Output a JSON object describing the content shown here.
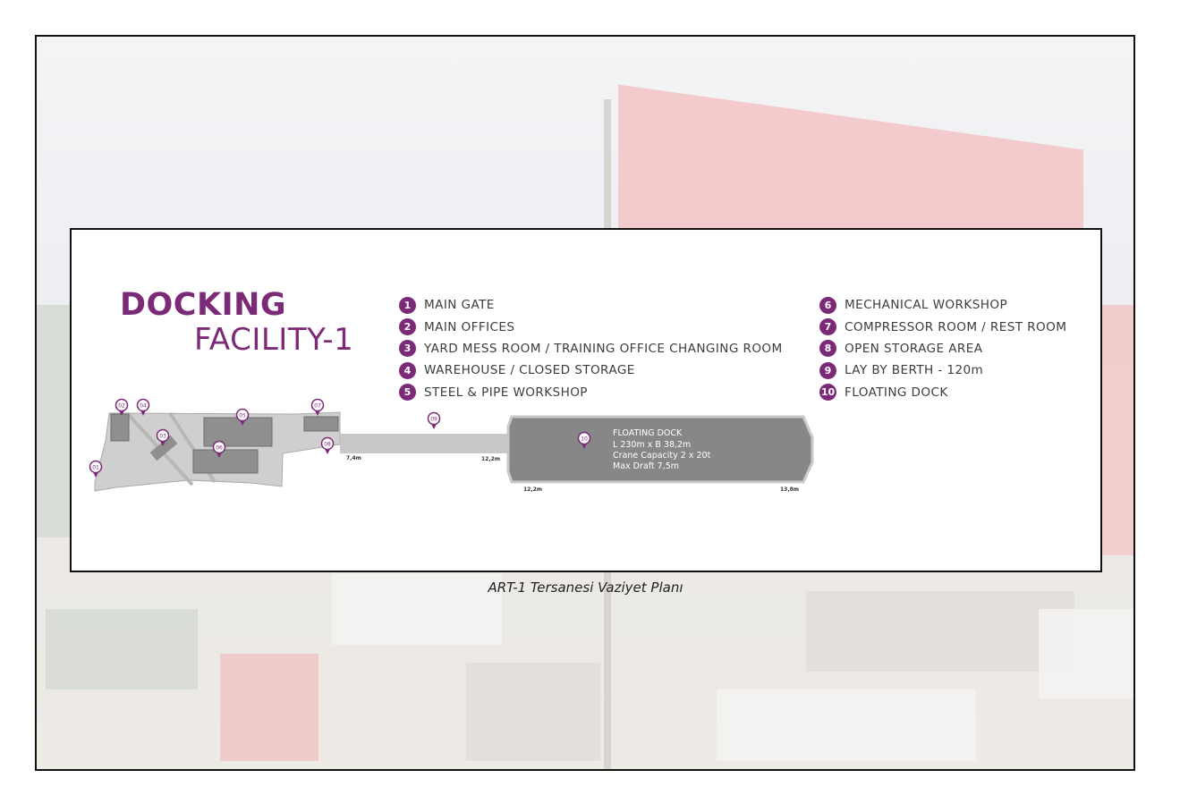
{
  "title": {
    "line1": "DOCKING",
    "line2": "FACILITY-1"
  },
  "legend": [
    {
      "num": "1",
      "label": "MAIN GATE"
    },
    {
      "num": "2",
      "label": "MAIN OFFICES"
    },
    {
      "num": "3",
      "label": "YARD MESS ROOM / TRAINING OFFICE CHANGING ROOM"
    },
    {
      "num": "4",
      "label": "WAREHOUSE / CLOSED STORAGE"
    },
    {
      "num": "5",
      "label": "STEEL & PIPE WORKSHOP"
    },
    {
      "num": "6",
      "label": "MECHANICAL WORKSHOP"
    },
    {
      "num": "7",
      "label": "COMPRESSOR ROOM / REST ROOM"
    },
    {
      "num": "8",
      "label": "OPEN STORAGE AREA"
    },
    {
      "num": "9",
      "label": "LAY BY BERTH - 120m"
    },
    {
      "num": "10",
      "label": "FLOATING DOCK"
    }
  ],
  "map_markers": [
    "01",
    "02",
    "03",
    "04",
    "05",
    "06",
    "07",
    "08",
    "09",
    "10"
  ],
  "depths": [
    "7,4m",
    "12,2m",
    "12,2m",
    "13,8m"
  ],
  "dock_info": {
    "name": "FLOATING DOCK",
    "dimensions": "L 230m x B 38,2m",
    "crane": "Crane Capacity 2 x 20t",
    "draft": "Max Draft 7,5m"
  },
  "caption": "ART-1 Tersanesi Vaziyet Planı",
  "colors": {
    "brand": "#7b2a78",
    "text": "#3d3d3d",
    "plan_fill": "#c9c9c9",
    "building": "#8f8f8f",
    "dock": "#878787"
  }
}
